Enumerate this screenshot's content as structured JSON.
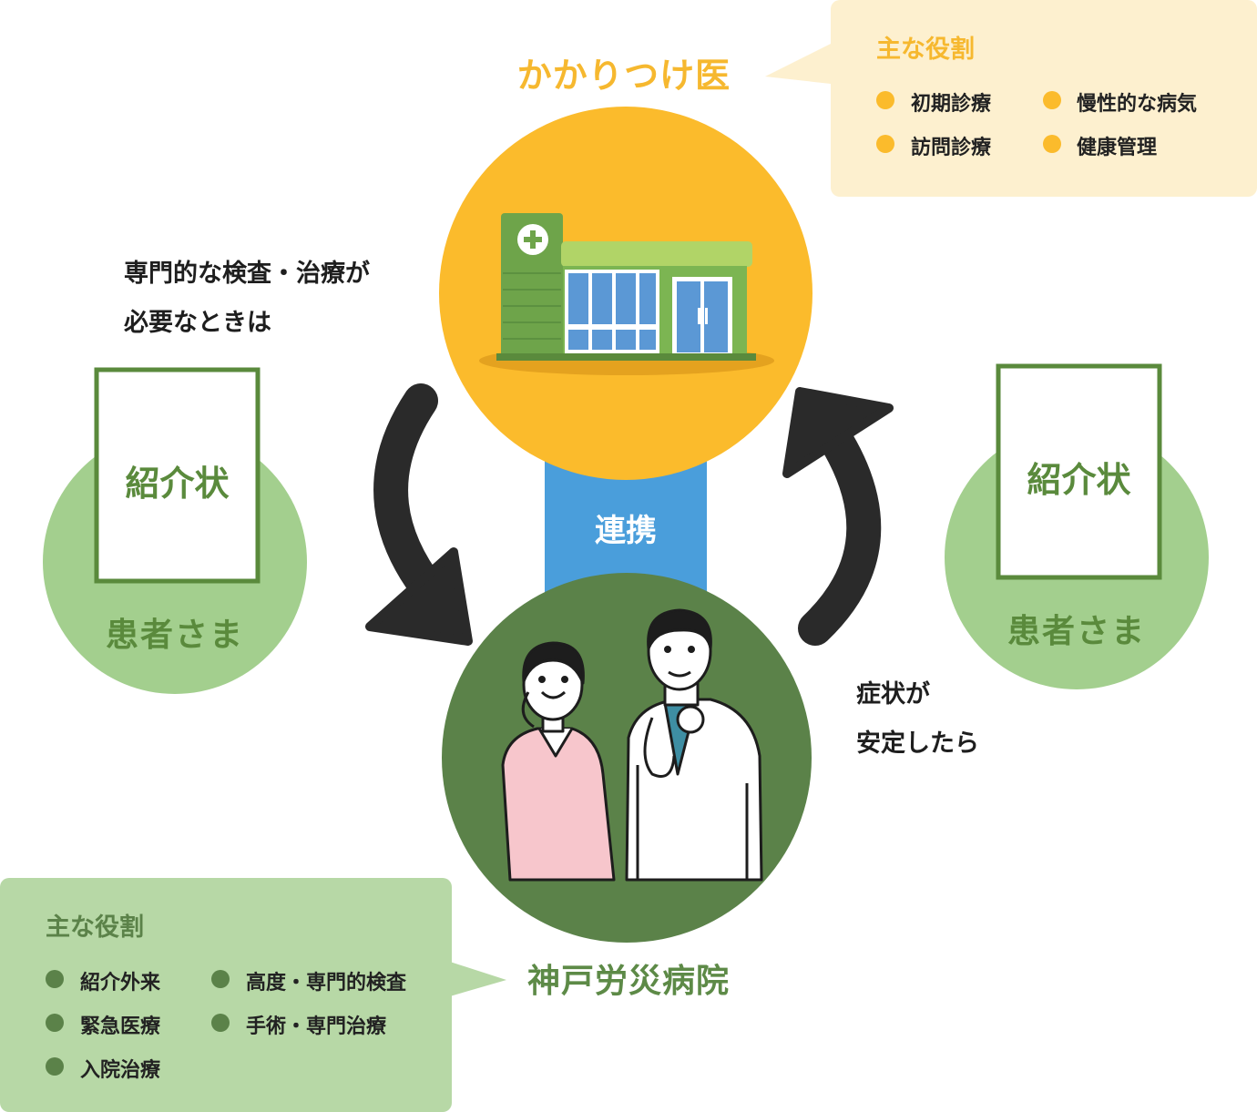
{
  "clinic": {
    "title": "かかりつけ医",
    "roles_title": "主な役割",
    "roles": [
      "初期診療",
      "慢性的な病気",
      "訪問診療",
      "健康管理"
    ]
  },
  "hospital": {
    "title": "神戸労災病院",
    "roles_title": "主な役割",
    "roles": [
      "紹介外来",
      "高度・専門的検査",
      "緊急医療",
      "手術・専門治療",
      "入院治療"
    ]
  },
  "link_label": "連携",
  "note_left": {
    "line1": "専門的な検査・治療が",
    "line2": "必要なときは"
  },
  "note_right": {
    "line1": "症状が",
    "line2": "安定したら"
  },
  "patient_left": {
    "letter": "紹介状",
    "label": "患者さま"
  },
  "patient_right": {
    "letter": "紹介状",
    "label": "患者さま"
  },
  "colors": {
    "clinic_yellow": "#fbbb2c",
    "clinic_box": "#fdf0cf",
    "hospital_green": "#5b8249",
    "hospital_box": "#b7d8a6",
    "patient_green": "#a3cf8e",
    "link_blue": "#4a9edb",
    "arrow": "#2a2a2a"
  }
}
